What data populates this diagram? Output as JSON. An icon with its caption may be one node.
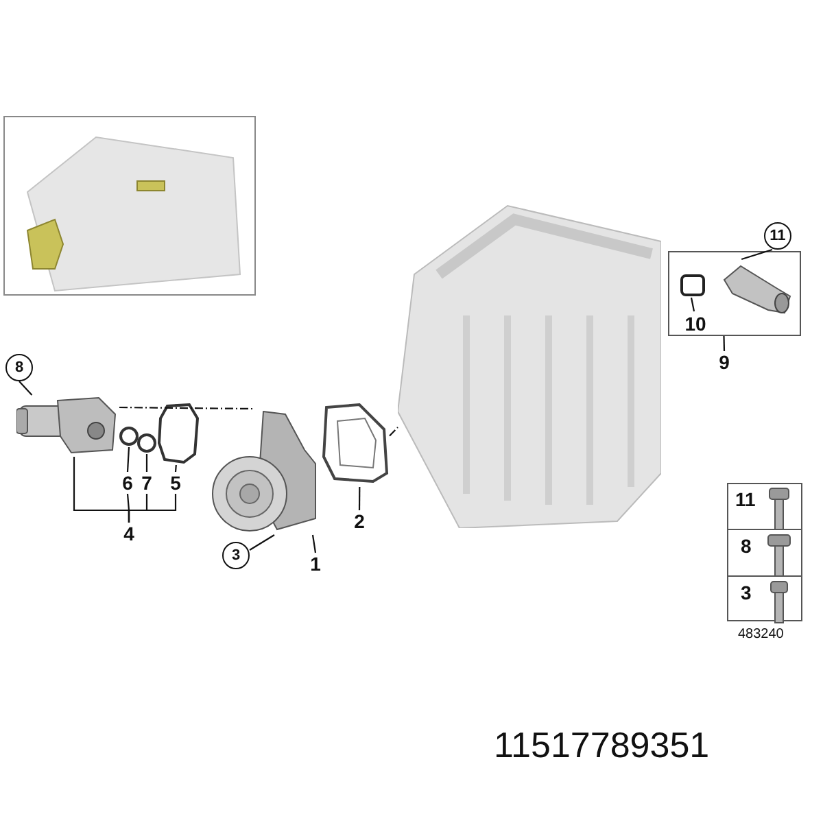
{
  "diagram": {
    "nodes": [
      {
        "text": [
          "8"
        ]
      },
      {
        "text": [],
        "shape": "picture"
      },
      {
        "text": [],
        "shape": "circle"
      },
      {
        "text": [],
        "shape": "circle"
      },
      {
        "text": [],
        "shape": "picture"
      },
      {
        "text": [
          "6"
        ]
      },
      {
        "text": [
          "7"
        ]
      },
      {
        "text": [
          "5"
        ]
      },
      {
        "text": [
          "4"
        ]
      },
      {
        "text": [],
        "shape": "picture"
      },
      {
        "text": [],
        "shape": "picture"
      },
      {
        "text": [
          "3"
        ]
      },
      {
        "text": [
          "1"
        ]
      },
      {
        "text": [
          "2"
        ]
      },
      {
        "text": [],
        "shape": "picture"
      },
      {
        "text": [],
        "shape": "box"
      },
      {
        "text": [],
        "shape": "picture",
        "in": 15
      },
      {
        "text": [],
        "shape": "box",
        "in": 15
      },
      {
        "text": [
          "10"
        ],
        "in": 15
      },
      {
        "text": [
          "11"
        ]
      },
      {
        "text": [
          "9"
        ]
      }
    ],
    "edges": [
      {
        "from": 0,
        "to": 1,
        "arrow": "none"
      },
      {
        "from": 5,
        "to": 2,
        "arrow": "none"
      },
      {
        "from": 6,
        "to": 3,
        "arrow": "none"
      },
      {
        "from": 7,
        "to": 4,
        "arrow": "none"
      },
      {
        "from": 8,
        "to": 1,
        "arrow": "none"
      },
      {
        "from": 8,
        "to": 5,
        "arrow": "none"
      },
      {
        "from": 8,
        "to": 6,
        "arrow": "none"
      },
      {
        "from": 8,
        "to": 7,
        "arrow": "none"
      },
      {
        "from": 11,
        "to": 9,
        "arrow": "none"
      },
      {
        "from": 12,
        "to": 9,
        "arrow": "none"
      },
      {
        "from": 13,
        "to": 10,
        "arrow": "none"
      },
      {
        "from": 19,
        "to": 16,
        "arrow": "none"
      },
      {
        "from": 18,
        "to": 17,
        "arrow": "none"
      },
      {
        "from": 20,
        "to": 15,
        "arrow": "none"
      },
      {
        "from": 1,
        "to": 9,
        "arrow": "none",
        "style": "dashed"
      },
      {
        "from": 10,
        "to": 14,
        "arrow": "none",
        "style": "dashed"
      }
    ],
    "labels": [
      "11",
      "8",
      "3",
      "483240",
      "11517789351"
    ]
  }
}
